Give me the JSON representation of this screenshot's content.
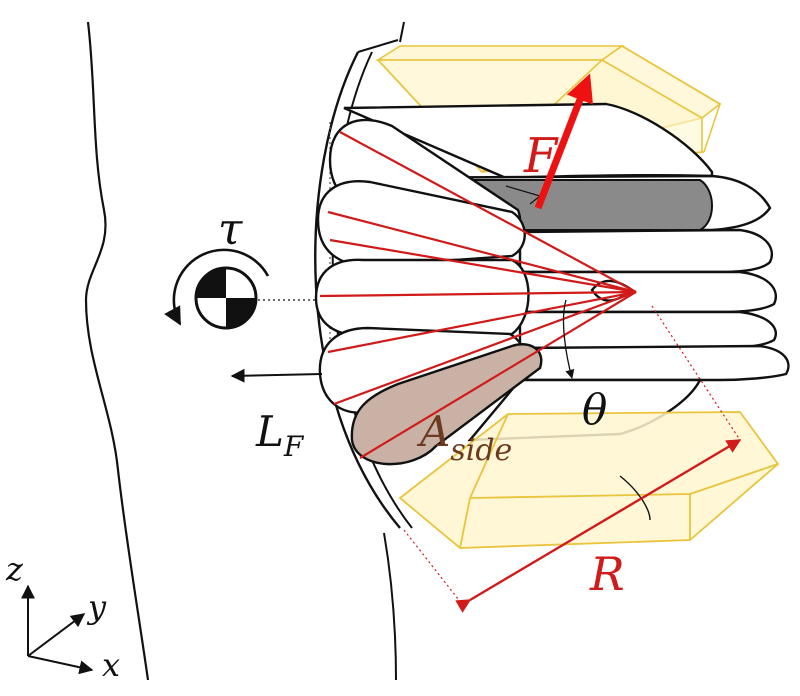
{
  "labels": {
    "force": "F",
    "torque": "τ",
    "lever_main": "L",
    "lever_sub": "F",
    "angle": "θ",
    "area_main": "A",
    "area_sub": "side",
    "radius": "R",
    "axis_z": "z",
    "axis_y": "y",
    "axis_x": "x"
  },
  "colors": {
    "red": "#d11a1a",
    "bright_red": "#ee1111",
    "brown": "#6b3a1f",
    "line": "#111111",
    "yellow_fill": "#fff6cf",
    "yellow_stroke": "#e9c43c",
    "shaded_fin": "#c9b1a6",
    "gray_fin": "#8a8a8a"
  },
  "icons": {
    "center_of_mass": "center-of-mass-icon",
    "torque_arrow": "torque-arrow-icon"
  }
}
